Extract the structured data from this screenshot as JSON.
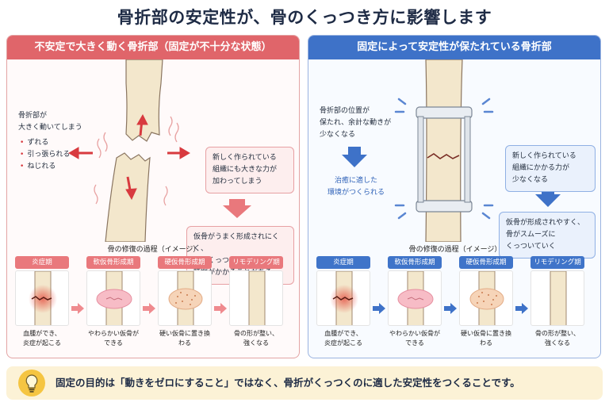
{
  "title": "骨折部の安定性が、骨のくっつき方に影響します",
  "left": {
    "header": "不安定で大きく動く骨折部（固定が不十分な状態）",
    "lead": [
      "骨折部が",
      "大きく動いてしまう"
    ],
    "list": [
      "ずれる",
      "引っ張られる",
      "ねじれる"
    ],
    "bubble1": [
      "新しく作られている",
      "組織にも大きな力が",
      "加わってしまう"
    ],
    "bubble2": [
      "仮骨がうまく形成されにくく、",
      "骨がくっつくまでに",
      "時間がかかることがある"
    ]
  },
  "right": {
    "header": "固定によって安定性が保たれている骨折部",
    "lead": [
      "骨折部の位置が",
      "保たれ、余計な動きが",
      "少なくなる"
    ],
    "blue_note": [
      "治癒に適した",
      "環境がつくられる"
    ],
    "bubble1": [
      "新しく作られている",
      "組織にかかる力が",
      "少なくなる"
    ],
    "bubble2": [
      "仮骨が形成されやすく、",
      "骨がスムーズに",
      "くっついていく"
    ]
  },
  "process_title": "骨の修復の過程（イメージ）",
  "stages": [
    {
      "label": "炎症期",
      "caption": [
        "血腫ができ、",
        "炎症が起こる"
      ]
    },
    {
      "label": "軟仮骨形成期",
      "caption": [
        "やわらかい仮骨ができる"
      ]
    },
    {
      "label": "硬仮骨形成期",
      "caption": [
        "硬い仮骨に置き換わる"
      ]
    },
    {
      "label": "リモデリング期",
      "caption": [
        "骨の形が整い、",
        "強くなる"
      ]
    }
  ],
  "footer": "固定の目的は「動きをゼロにすること」ではなく、骨折がくっつくのに適した安定性をつくることです。",
  "colors": {
    "red": "#e0656a",
    "blue": "#3e72c8",
    "bone": "#f3e7cc",
    "footer_bg": "#fcf2d6"
  }
}
